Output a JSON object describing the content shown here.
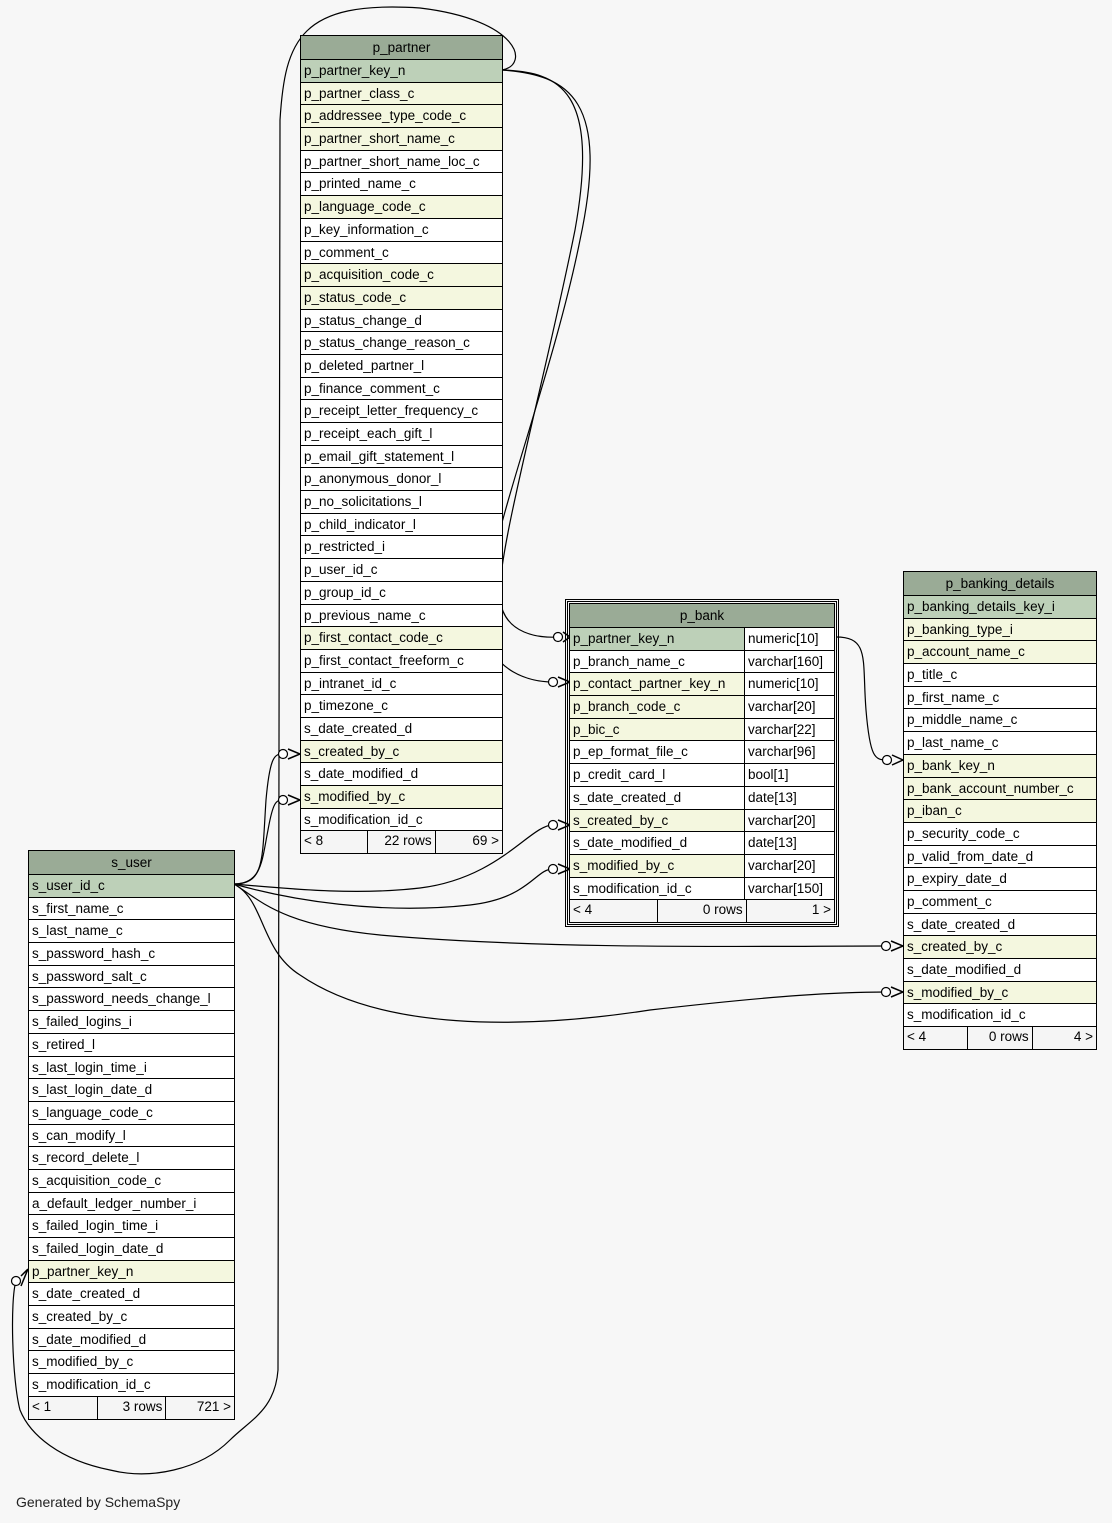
{
  "footer_text": "Generated by SchemaSpy",
  "colors": {
    "header": "#9aab96",
    "primary_key": "#bdd0b8",
    "foreign_key": "#f4f7df"
  },
  "tables": [
    {
      "id": "p_partner",
      "name": "p_partner",
      "selected": false,
      "columns": [
        {
          "name": "p_partner_key_n",
          "kind": "pk"
        },
        {
          "name": "p_partner_class_c",
          "kind": "fk"
        },
        {
          "name": "p_addressee_type_code_c",
          "kind": "fk"
        },
        {
          "name": "p_partner_short_name_c",
          "kind": "fk"
        },
        {
          "name": "p_partner_short_name_loc_c"
        },
        {
          "name": "p_printed_name_c"
        },
        {
          "name": "p_language_code_c",
          "kind": "fk"
        },
        {
          "name": "p_key_information_c"
        },
        {
          "name": "p_comment_c"
        },
        {
          "name": "p_acquisition_code_c",
          "kind": "fk"
        },
        {
          "name": "p_status_code_c",
          "kind": "fk"
        },
        {
          "name": "p_status_change_d"
        },
        {
          "name": "p_status_change_reason_c"
        },
        {
          "name": "p_deleted_partner_l"
        },
        {
          "name": "p_finance_comment_c"
        },
        {
          "name": "p_receipt_letter_frequency_c"
        },
        {
          "name": "p_receipt_each_gift_l"
        },
        {
          "name": "p_email_gift_statement_l"
        },
        {
          "name": "p_anonymous_donor_l"
        },
        {
          "name": "p_no_solicitations_l"
        },
        {
          "name": "p_child_indicator_l"
        },
        {
          "name": "p_restricted_i"
        },
        {
          "name": "p_user_id_c"
        },
        {
          "name": "p_group_id_c"
        },
        {
          "name": "p_previous_name_c"
        },
        {
          "name": "p_first_contact_code_c",
          "kind": "fk"
        },
        {
          "name": "p_first_contact_freeform_c"
        },
        {
          "name": "p_intranet_id_c"
        },
        {
          "name": "p_timezone_c"
        },
        {
          "name": "s_date_created_d"
        },
        {
          "name": "s_created_by_c",
          "kind": "fk"
        },
        {
          "name": "s_date_modified_d"
        },
        {
          "name": "s_modified_by_c",
          "kind": "fk"
        },
        {
          "name": "s_modification_id_c"
        }
      ],
      "footer": {
        "parents": "< 8",
        "rows": "22 rows",
        "children": "69 >"
      }
    },
    {
      "id": "s_user",
      "name": "s_user",
      "selected": false,
      "columns": [
        {
          "name": "s_user_id_c",
          "kind": "pk"
        },
        {
          "name": "s_first_name_c"
        },
        {
          "name": "s_last_name_c"
        },
        {
          "name": "s_password_hash_c"
        },
        {
          "name": "s_password_salt_c"
        },
        {
          "name": "s_password_needs_change_l"
        },
        {
          "name": "s_failed_logins_i"
        },
        {
          "name": "s_retired_l"
        },
        {
          "name": "s_last_login_time_i"
        },
        {
          "name": "s_last_login_date_d"
        },
        {
          "name": "s_language_code_c"
        },
        {
          "name": "s_can_modify_l"
        },
        {
          "name": "s_record_delete_l"
        },
        {
          "name": "s_acquisition_code_c"
        },
        {
          "name": "a_default_ledger_number_i"
        },
        {
          "name": "s_failed_login_time_i"
        },
        {
          "name": "s_failed_login_date_d"
        },
        {
          "name": "p_partner_key_n",
          "kind": "fk"
        },
        {
          "name": "s_date_created_d"
        },
        {
          "name": "s_created_by_c"
        },
        {
          "name": "s_date_modified_d"
        },
        {
          "name": "s_modified_by_c"
        },
        {
          "name": "s_modification_id_c"
        }
      ],
      "footer": {
        "parents": "< 1",
        "rows": "3 rows",
        "children": "721 >"
      }
    },
    {
      "id": "p_bank",
      "name": "p_bank",
      "selected": true,
      "columns": [
        {
          "name": "p_partner_key_n",
          "type": "numeric[10]",
          "kind": "pk"
        },
        {
          "name": "p_branch_name_c",
          "type": "varchar[160]"
        },
        {
          "name": "p_contact_partner_key_n",
          "type": "numeric[10]",
          "kind": "fk"
        },
        {
          "name": "p_branch_code_c",
          "type": "varchar[20]",
          "kind": "fk"
        },
        {
          "name": "p_bic_c",
          "type": "varchar[22]",
          "kind": "fk"
        },
        {
          "name": "p_ep_format_file_c",
          "type": "varchar[96]"
        },
        {
          "name": "p_credit_card_l",
          "type": "bool[1]"
        },
        {
          "name": "s_date_created_d",
          "type": "date[13]"
        },
        {
          "name": "s_created_by_c",
          "type": "varchar[20]",
          "kind": "fk"
        },
        {
          "name": "s_date_modified_d",
          "type": "date[13]"
        },
        {
          "name": "s_modified_by_c",
          "type": "varchar[20]",
          "kind": "fk"
        },
        {
          "name": "s_modification_id_c",
          "type": "varchar[150]"
        }
      ],
      "footer": {
        "parents": "< 4",
        "rows": "0 rows",
        "children": "1 >"
      }
    },
    {
      "id": "p_banking_details",
      "name": "p_banking_details",
      "selected": false,
      "columns": [
        {
          "name": "p_banking_details_key_i",
          "kind": "pk"
        },
        {
          "name": "p_banking_type_i",
          "kind": "fk"
        },
        {
          "name": "p_account_name_c",
          "kind": "fk"
        },
        {
          "name": "p_title_c"
        },
        {
          "name": "p_first_name_c"
        },
        {
          "name": "p_middle_name_c"
        },
        {
          "name": "p_last_name_c"
        },
        {
          "name": "p_bank_key_n",
          "kind": "fk"
        },
        {
          "name": "p_bank_account_number_c",
          "kind": "fk"
        },
        {
          "name": "p_iban_c",
          "kind": "fk"
        },
        {
          "name": "p_security_code_c"
        },
        {
          "name": "p_valid_from_date_d"
        },
        {
          "name": "p_expiry_date_d"
        },
        {
          "name": "p_comment_c"
        },
        {
          "name": "s_date_created_d"
        },
        {
          "name": "s_created_by_c",
          "kind": "fk"
        },
        {
          "name": "s_date_modified_d"
        },
        {
          "name": "s_modified_by_c",
          "kind": "fk"
        },
        {
          "name": "s_modification_id_c"
        }
      ],
      "footer": {
        "parents": "< 4",
        "rows": "0 rows",
        "children": "4 >"
      }
    }
  ]
}
